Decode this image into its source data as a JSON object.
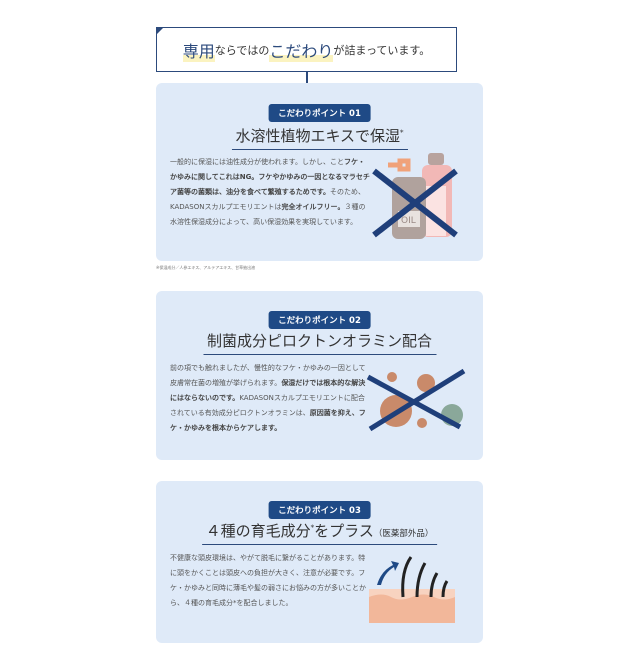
{
  "header": {
    "part1": "専用",
    "part2": "ならではの",
    "part3": "こだわり",
    "part4": "が詰まっています。"
  },
  "points": [
    {
      "badge": "こだわりポイント 01",
      "title": "水溶性植物エキスで保湿",
      "title_mark": "*",
      "body": [
        {
          "t": "一般的に保湿には油性成分が使われます。しかし、こと",
          "b": false
        },
        {
          "t": "フケ・かゆみに関してこれはNG。フケやかゆみの一因となるマラセチア菌等の菌類は、油分を食べて繁殖するためです。",
          "b": true
        },
        {
          "t": "そのため、KADASONスカルプエモリエントは",
          "b": false
        },
        {
          "t": "完全オイルフリー。",
          "b": true
        },
        {
          "t": "３種の水溶性保湿成分によって、高い保湿効果を実現しています。",
          "b": false
        }
      ],
      "illustration": "oil-bottles-crossed-icon"
    },
    {
      "badge": "こだわりポイント 02",
      "title": "制菌成分ピロクトンオラミン配合",
      "body": [
        {
          "t": "前の項でも触れましたが、慢性的なフケ・かゆみの一因として皮膚常在菌の増殖が挙げられます。",
          "b": false
        },
        {
          "t": "保湿だけでは根本的な解決にはならないのです。",
          "b": true
        },
        {
          "t": "KADASONスカルプエモリエントに配合されている有効成分ピロクトンオラミンは、",
          "b": false
        },
        {
          "t": "原因菌を抑え、フケ・かゆみを根本からケアします。",
          "b": true
        }
      ],
      "illustration": "bacteria-crossed-icon"
    },
    {
      "badge": "こだわりポイント 03",
      "title": "４種の育毛成分",
      "title_mark": "*",
      "title_rest": "をプラス",
      "title_note": "（医薬部外品）",
      "body": [
        {
          "t": "不健康な頭皮環境は、やがて脱毛に繋がることがあります。特に頭をかくことは頭皮への負担が大きく、注意が必要です。フケ・かゆみと同時に薄毛や髪の弱さにお悩みの方が多いことから、４種の育毛成分*を配合しました。",
          "b": false
        }
      ],
      "illustration": "hair-growth-icon"
    }
  ],
  "footnote": "※保湿成分／人参エキス、アルテアエキス、甘草抽出液",
  "colors": {
    "navy": "#1f4a86",
    "card": "#dfeaf8",
    "cross": "#1f3f7a"
  }
}
